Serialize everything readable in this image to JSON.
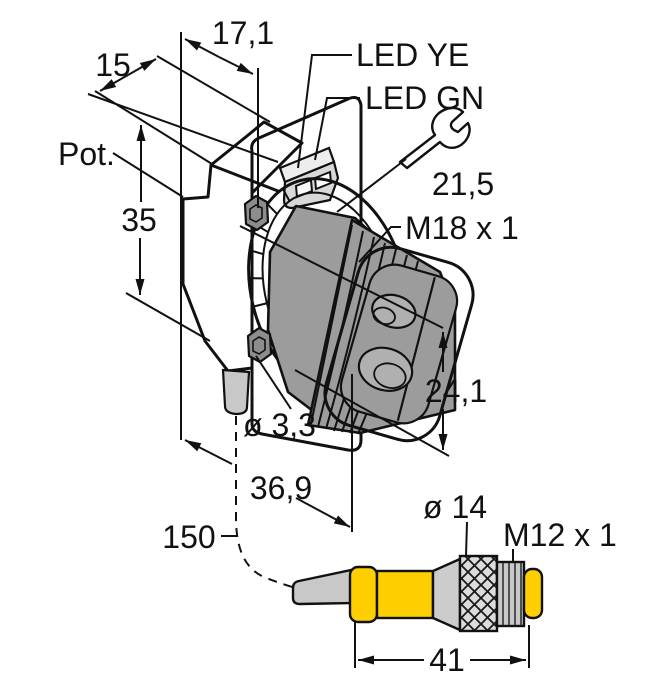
{
  "drawing": {
    "title_hidden": "",
    "labels": {
      "dim_17_1": "17,1",
      "dim_15": "15",
      "led_ye": "LED YE",
      "led_gn": "LED GN",
      "pot": "Pot.",
      "dim_35": "35",
      "dim_21_5": "21,5",
      "front_thread": "M18 x 1",
      "dim_24_1": "24,1",
      "hole_dia": "ø 3,3",
      "dim_36_9": "36,9",
      "cable_length": "150",
      "connector_dia": "ø 14",
      "connector_thread": "M12 x 1",
      "dim_41": "41"
    },
    "colors": {
      "housing_yellow": "#FFCE00",
      "body_gray": "#9C9C9C",
      "face_gray": "#A6A6A6",
      "lens_gray": "#B0B0B0",
      "light_gray": "#C8C8C8",
      "knurl_gray": "#DCDCDC",
      "window_gray": "#DDDDDD",
      "outline": "#111111",
      "background": "#FFFFFF"
    }
  }
}
